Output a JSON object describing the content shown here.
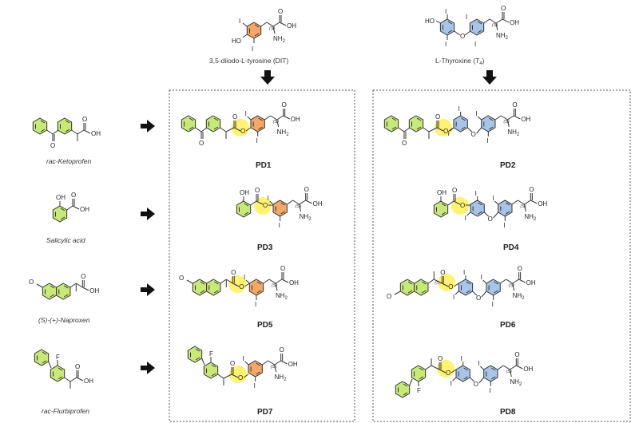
{
  "top_labels": {
    "dit": "3,5-diiodo-L-tyrosine (DIT)",
    "t4": "L-Thyroxine (T",
    "t4_sub": "4",
    "t4_close": ")"
  },
  "sources": [
    {
      "label": "rac-Ketoprofen"
    },
    {
      "label": "Salicylic acid"
    },
    {
      "label": "(S)-(+)-Naproxen"
    },
    {
      "label": "rac-Flurbiprofen"
    }
  ],
  "products": {
    "dit": [
      "PD1",
      "PD3",
      "PD5",
      "PD7"
    ],
    "t4": [
      "PD2",
      "PD4",
      "PD6",
      "PD8"
    ]
  },
  "atoms": {
    "I": "I",
    "HO": "HO",
    "OH": "OH",
    "O": "O",
    "NH": "NH",
    "NH_sub": "2",
    "F": "F",
    "stereo": "(S)"
  },
  "colors": {
    "drug_ring": "#c8e878",
    "dit_ring": "#f4a868",
    "t4_ring": "#a8c4e8",
    "ester_highlight": "#ffee40"
  }
}
